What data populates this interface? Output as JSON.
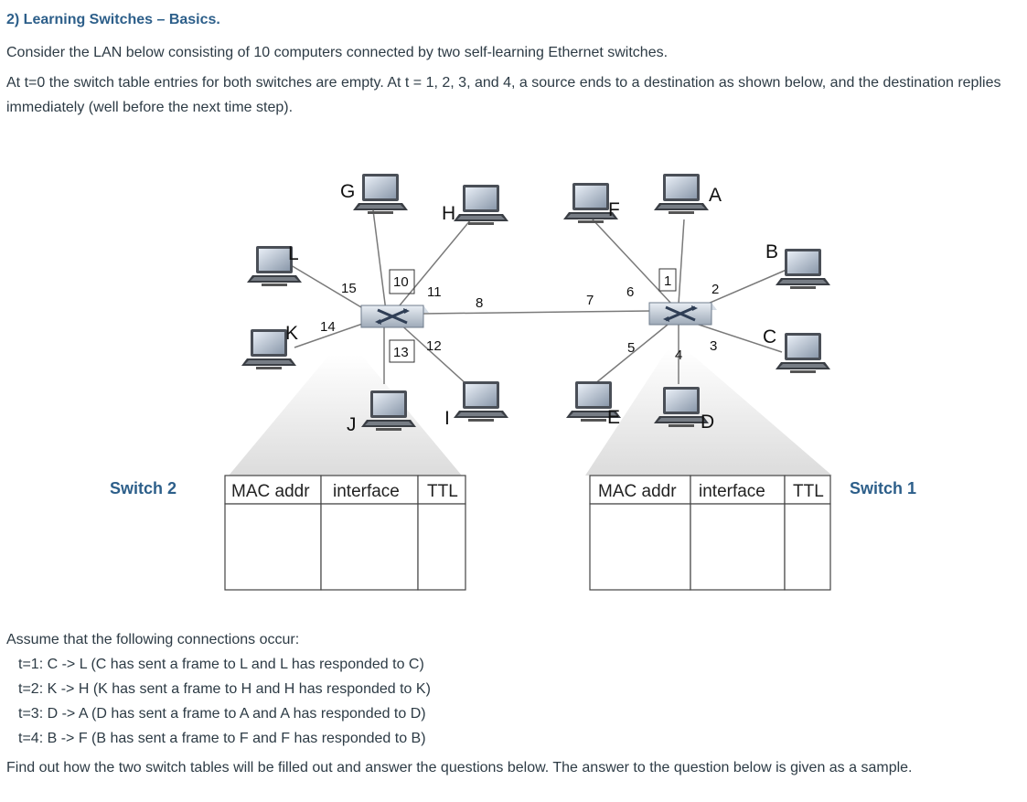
{
  "heading": "2) Learning Switches – Basics.",
  "intro": "Consider the LAN below consisting of 10 computers connected by two self-learning Ethernet switches.",
  "setup": "At t=0 the switch table entries for both switches are empty. At t = 1, 2, 3, and 4, a source ends to a destination as shown below, and the destination replies immediately (well before the next time step).",
  "diagram": {
    "switch2_label": "Switch 2",
    "switch1_label": "Switch 1",
    "table_headers": [
      "MAC addr",
      "interface",
      "TTL"
    ],
    "hosts": [
      "G",
      "H",
      "L",
      "K",
      "J",
      "I",
      "F",
      "A",
      "B",
      "C",
      "E",
      "D"
    ],
    "switch2_ports": [
      "15",
      "10",
      "11",
      "8",
      "14",
      "13",
      "12"
    ],
    "switch1_ports": [
      "7",
      "6",
      "1",
      "2",
      "5",
      "4",
      "3"
    ]
  },
  "connections_intro": "Assume that the following connections occur:",
  "connections": [
    "t=1: C -> L (C has sent a frame to L and L has responded to C)",
    "t=2: K -> H (K has sent a frame to H and H has responded to K)",
    "t=3: D -> A (D has sent a frame to A and A has responded to D)",
    "t=4: B -> F (B has sent a frame to F and F has responded to B)"
  ],
  "closing": "Find out how the two switch tables will be filled out and answer the questions below. The answer to the question below is given as a sample."
}
